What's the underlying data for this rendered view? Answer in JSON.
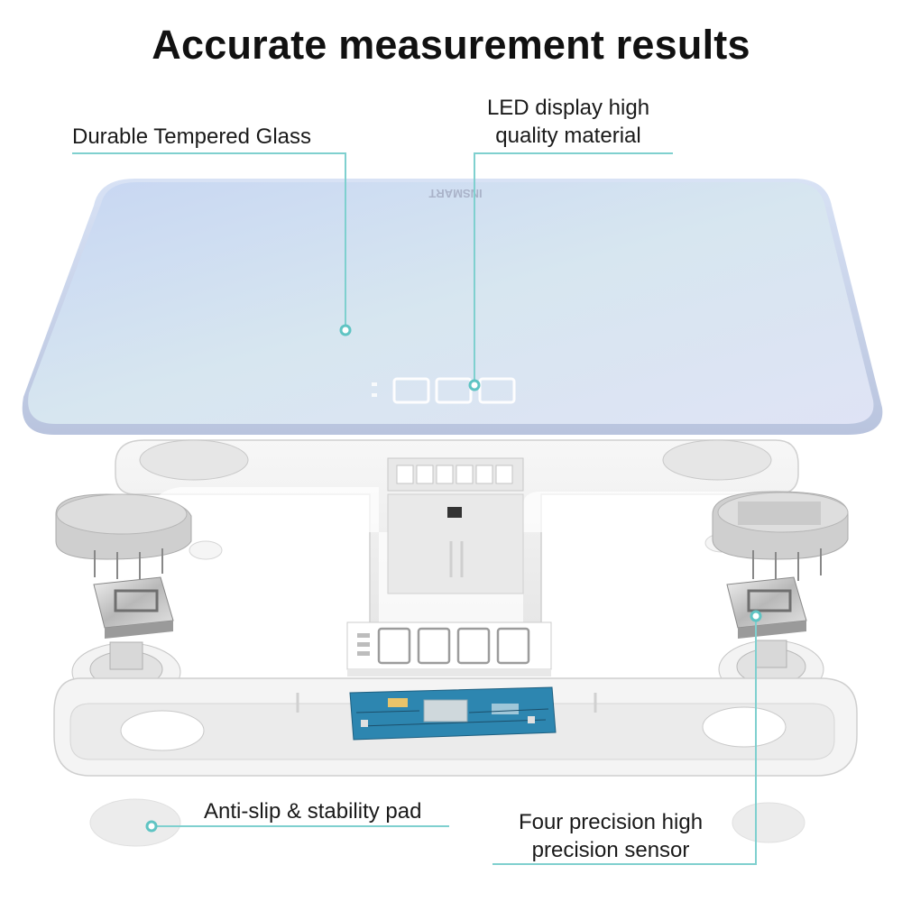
{
  "header": {
    "title": "Accurate measurement results"
  },
  "callouts": {
    "glass": "Durable Tempered Glass",
    "led_line1": "LED display high",
    "led_line2": "quality material",
    "pad": "Anti-slip & stability pad",
    "sensor_line1": "Four precision high",
    "sensor_line2": "precision sensor"
  },
  "product": {
    "brand": "INSMART",
    "display_reading": "000"
  },
  "colors": {
    "accent": "#5fc4c3",
    "glass_top": "#c9d8f2",
    "glass_bottom": "#dde7f6",
    "housing": "#f2f2f2",
    "pcb": "#2a7ea8"
  }
}
